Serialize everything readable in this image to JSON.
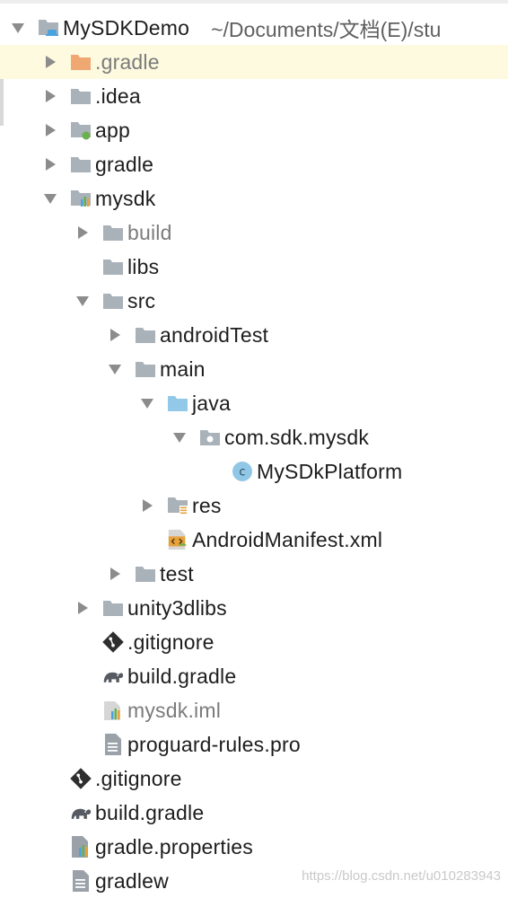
{
  "tree": [
    {
      "label": "MySDKDemo",
      "path": "~/Documents/文档(E)/stu",
      "depth": 0,
      "arrow": "down",
      "icon": "module-folder-icon",
      "dim": false,
      "selected": false
    },
    {
      "label": ".gradle",
      "depth": 1,
      "arrow": "right",
      "icon": "orange-folder-icon",
      "dim": true,
      "selected": true
    },
    {
      "label": ".idea",
      "depth": 1,
      "arrow": "right",
      "icon": "folder-icon",
      "dim": false,
      "selected": false
    },
    {
      "label": "app",
      "depth": 1,
      "arrow": "right",
      "icon": "app-module-folder-icon",
      "dim": false,
      "selected": false
    },
    {
      "label": "gradle",
      "depth": 1,
      "arrow": "right",
      "icon": "folder-icon",
      "dim": false,
      "selected": false
    },
    {
      "label": "mysdk",
      "depth": 1,
      "arrow": "down",
      "icon": "library-module-folder-icon",
      "dim": false,
      "selected": false
    },
    {
      "label": "build",
      "depth": 2,
      "arrow": "right",
      "icon": "folder-icon",
      "dim": true,
      "selected": false
    },
    {
      "label": "libs",
      "depth": 2,
      "arrow": "none",
      "icon": "folder-icon",
      "dim": false,
      "selected": false
    },
    {
      "label": "src",
      "depth": 2,
      "arrow": "down",
      "icon": "folder-icon",
      "dim": false,
      "selected": false
    },
    {
      "label": "androidTest",
      "depth": 3,
      "arrow": "right",
      "icon": "folder-icon",
      "dim": false,
      "selected": false
    },
    {
      "label": "main",
      "depth": 3,
      "arrow": "down",
      "icon": "folder-icon",
      "dim": false,
      "selected": false
    },
    {
      "label": "java",
      "depth": 4,
      "arrow": "down",
      "icon": "source-folder-icon",
      "dim": false,
      "selected": false
    },
    {
      "label": "com.sdk.mysdk",
      "depth": 5,
      "arrow": "down",
      "icon": "package-icon",
      "dim": false,
      "selected": false
    },
    {
      "label": "MySDkPlatform",
      "depth": 6,
      "arrow": "none",
      "icon": "class-icon",
      "dim": false,
      "selected": false
    },
    {
      "label": "res",
      "depth": 4,
      "arrow": "right",
      "icon": "resource-folder-icon",
      "dim": false,
      "selected": false
    },
    {
      "label": "AndroidManifest.xml",
      "depth": 4,
      "arrow": "none",
      "icon": "manifest-file-icon",
      "dim": false,
      "selected": false
    },
    {
      "label": "test",
      "depth": 3,
      "arrow": "right",
      "icon": "folder-icon",
      "dim": false,
      "selected": false
    },
    {
      "label": "unity3dlibs",
      "depth": 2,
      "arrow": "right",
      "icon": "folder-icon",
      "dim": false,
      "selected": false
    },
    {
      "label": ".gitignore",
      "depth": 2,
      "arrow": "none",
      "icon": "git-file-icon",
      "dim": false,
      "selected": false
    },
    {
      "label": "build.gradle",
      "depth": 2,
      "arrow": "none",
      "icon": "gradle-elephant-icon",
      "dim": false,
      "selected": false
    },
    {
      "label": "mysdk.iml",
      "depth": 2,
      "arrow": "none",
      "icon": "iml-file-icon",
      "dim": true,
      "selected": false
    },
    {
      "label": "proguard-rules.pro",
      "depth": 2,
      "arrow": "none",
      "icon": "text-file-icon",
      "dim": false,
      "selected": false
    },
    {
      "label": ".gitignore",
      "depth": 1,
      "arrow": "none",
      "icon": "git-file-icon",
      "dim": false,
      "selected": false
    },
    {
      "label": "build.gradle",
      "depth": 1,
      "arrow": "none",
      "icon": "gradle-elephant-icon",
      "dim": false,
      "selected": false
    },
    {
      "label": "gradle.properties",
      "depth": 1,
      "arrow": "none",
      "icon": "properties-file-icon",
      "dim": false,
      "selected": false
    },
    {
      "label": "gradlew",
      "depth": 1,
      "arrow": "none",
      "icon": "text-file-icon",
      "dim": false,
      "selected": false
    }
  ],
  "watermark": "https://blog.csdn.net/u010283943",
  "colors": {
    "folder": "#a9b1b9",
    "orange_folder": "#f0a873",
    "source_folder": "#93c9e8",
    "selected_row": "#fdfadf",
    "class_circle": "#91c7e6",
    "gradle_elephant": "#555b61",
    "git_icon": "#2e2e2e",
    "arrow": "#8c8c8c",
    "android_green": "#6ab04c"
  }
}
